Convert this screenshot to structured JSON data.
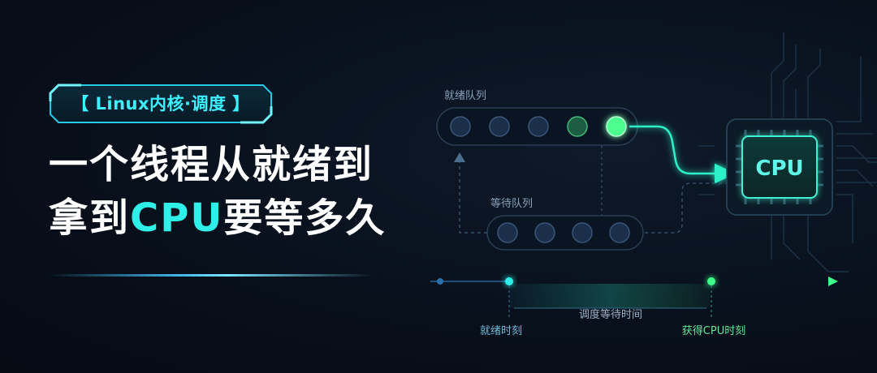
{
  "tag": {
    "text": "【 Linux内核·调度 】"
  },
  "title": {
    "line1": "一个线程从就绪到",
    "line2_prefix": "拿到",
    "line2_highlight": "CPU",
    "line2_suffix": "要等多久"
  },
  "diagram": {
    "ready_queue_label": "就绪队列",
    "wait_queue_label": "等待队列",
    "cpu_label": "CPU",
    "ready_queue_slots": 5,
    "wait_queue_slots": 4
  },
  "timeline": {
    "ready_time_label": "就绪时刻",
    "wait_label": "调度等待时间",
    "acquire_label": "获得CPU时刻"
  },
  "colors": {
    "accent_cyan": "#2ff0e8",
    "accent_green": "#3dff8a",
    "tag_text": "#3df0ff"
  }
}
